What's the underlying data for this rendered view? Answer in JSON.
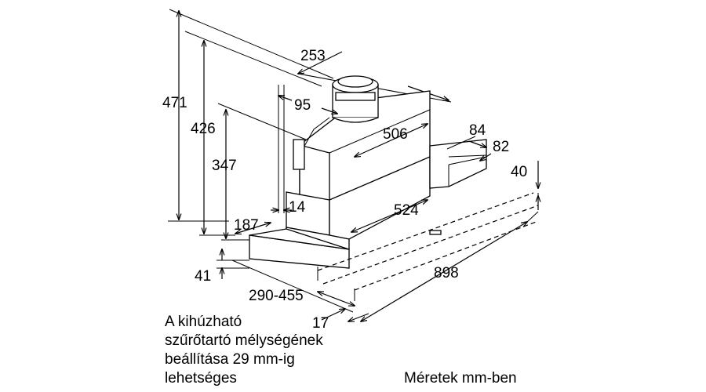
{
  "dimensions": {
    "d253": "253",
    "d471": "471",
    "d426": "426",
    "d347": "347",
    "d95": "95",
    "d506": "506",
    "d84": "84",
    "d82": "82",
    "d40": "40",
    "d14": "14",
    "d524": "524",
    "d187": "187",
    "d41": "41",
    "d898": "898",
    "d290_455": "290-455",
    "d17": "17"
  },
  "note": {
    "line1": "A kihúzható",
    "line2": "szűrőtartó mélységének",
    "line3": "beállítása 29 mm-ig",
    "line4": "lehetséges"
  },
  "units": "Méretek mm-ben"
}
